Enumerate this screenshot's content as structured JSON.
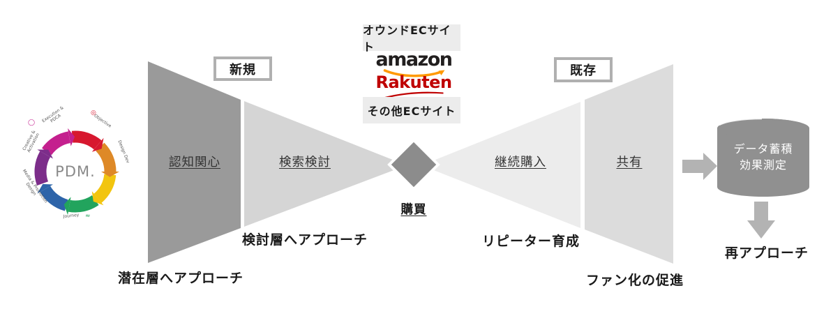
{
  "logo": {
    "text": "PDM.",
    "segments": [
      {
        "label": "Execution &\nPDCA",
        "color": "#c4208e"
      },
      {
        "label": "Objective",
        "color": "#d7182f"
      },
      {
        "label": "Design Dev",
        "color": "#de8927"
      },
      {
        "label": "",
        "color": "#f2c50f"
      },
      {
        "label": "Journey",
        "color": "#22a45d"
      },
      {
        "label": "Media & Promotion\nDesign",
        "color": "#2d64a9"
      },
      {
        "label": "Creative &\nActivation",
        "color": "#7c2d8a"
      }
    ],
    "icons": {
      "target": "◎",
      "ring": "◯",
      "squiggle": "≈"
    }
  },
  "funnel": {
    "stages": [
      {
        "label": "認知関心"
      },
      {
        "label": "検索検討"
      },
      {
        "label": "購買"
      },
      {
        "label": "継続購入"
      },
      {
        "label": "共有"
      }
    ],
    "badges": {
      "new": "新規",
      "existing": "既存"
    },
    "approach_labels": [
      "潜在層へアプローチ",
      "検討層へアプローチ",
      "リピーター育成",
      "ファン化の促進"
    ]
  },
  "channels": {
    "owned": "オウンドECサイト",
    "amazon": "amazon",
    "rakuten": "Rakuten",
    "other": "その他ECサイト"
  },
  "data_store": {
    "line1": "データ蓄積",
    "line2": "効果測定",
    "reapproach": "再アプローチ"
  },
  "colors": {
    "funnel_stage1": "#9a9a9a",
    "funnel_stage2": "#d5d5d5",
    "funnel_stage4": "#ececec",
    "funnel_stage5": "#dcdcdc",
    "diamond": "#8c8c8c",
    "arrow": "#b3b3b3",
    "cylinder": "#909090",
    "badge_border": "#b0b0b0",
    "channel_box_bg": "#ececec",
    "amazon_orange": "#ff9900",
    "amazon_text": "#221f1f",
    "rakuten_red": "#bf0000"
  }
}
